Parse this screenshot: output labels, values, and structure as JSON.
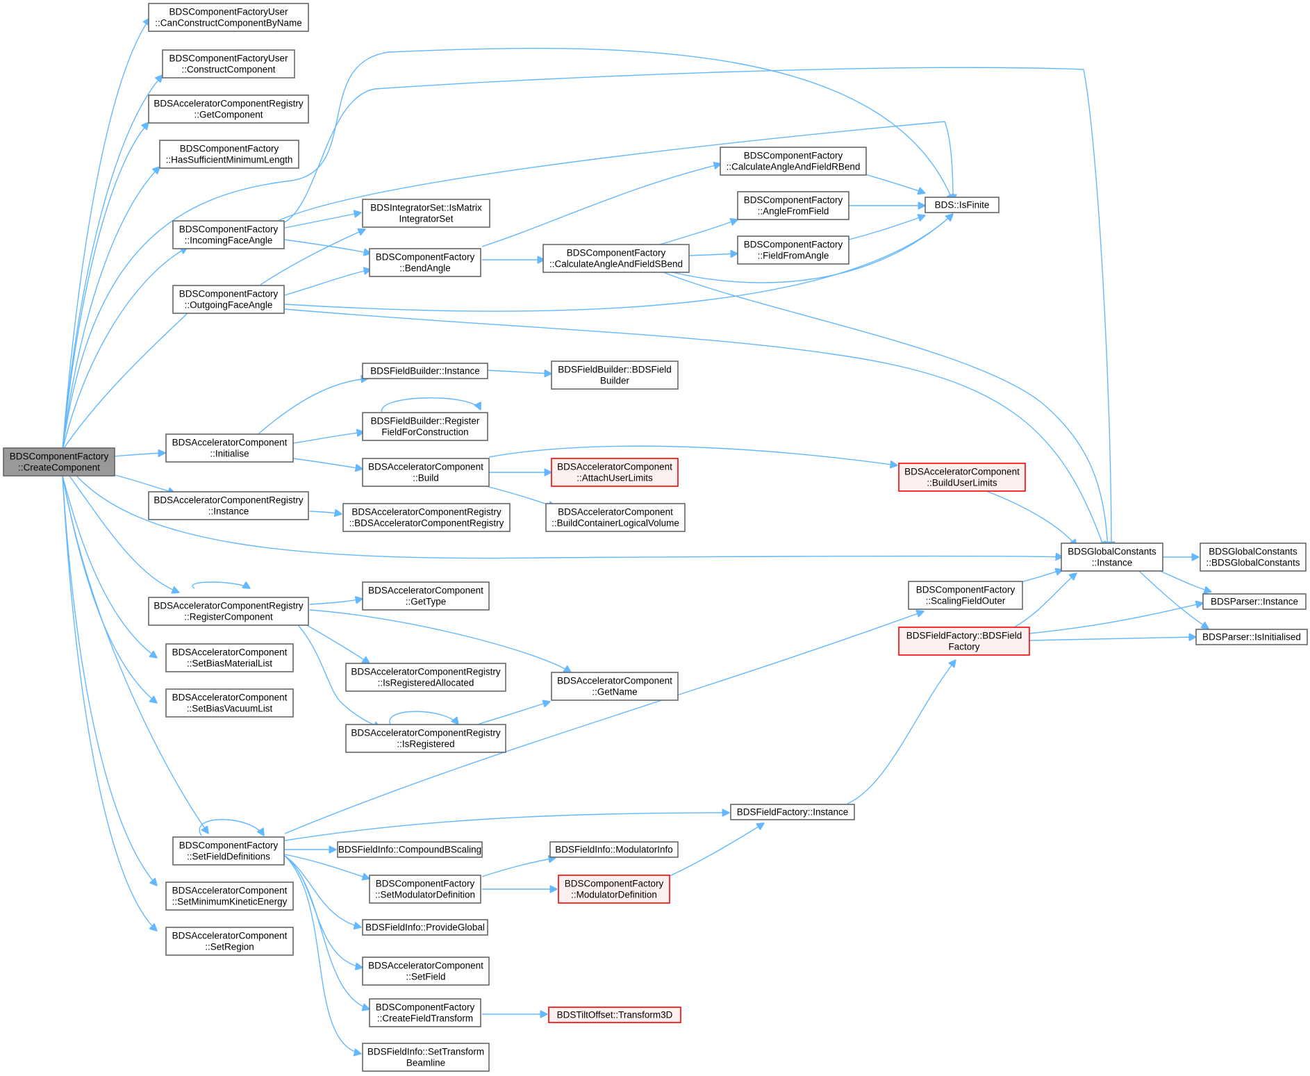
{
  "colors": {
    "edge": "#63b8ff",
    "node_border": "#666666",
    "root_fill": "#999999",
    "red_border": "#ff0000",
    "red_fill": "#fff0f0"
  },
  "nodes": [
    {
      "id": "root",
      "lines": [
        "BDSComponentFactory",
        "::CreateComponent"
      ],
      "style": "root"
    },
    {
      "id": "canConstruct",
      "lines": [
        "BDSComponentFactoryUser",
        "::CanConstructComponentByName"
      ]
    },
    {
      "id": "constructComp",
      "lines": [
        "BDSComponentFactoryUser",
        "::ConstructComponent"
      ]
    },
    {
      "id": "regGetComp",
      "lines": [
        "BDSAcceleratorComponentRegistry",
        "::GetComponent"
      ]
    },
    {
      "id": "hasSufficient",
      "lines": [
        "BDSComponentFactory",
        "::HasSufficientMinimumLength"
      ]
    },
    {
      "id": "incomingFace",
      "lines": [
        "BDSComponentFactory",
        "::IncomingFaceAngle"
      ]
    },
    {
      "id": "outgoingFace",
      "lines": [
        "BDSComponentFactory",
        "::OutgoingFaceAngle"
      ]
    },
    {
      "id": "accInitialise",
      "lines": [
        "BDSAcceleratorComponent",
        "::Initialise"
      ]
    },
    {
      "id": "regInstance",
      "lines": [
        "BDSAcceleratorComponentRegistry",
        "::Instance"
      ]
    },
    {
      "id": "regRegister",
      "lines": [
        "BDSAcceleratorComponentRegistry",
        "::RegisterComponent"
      ]
    },
    {
      "id": "setBiasMat",
      "lines": [
        "BDSAcceleratorComponent",
        "::SetBiasMaterialList"
      ]
    },
    {
      "id": "setBiasVac",
      "lines": [
        "BDSAcceleratorComponent",
        "::SetBiasVacuumList"
      ]
    },
    {
      "id": "setFieldDefs",
      "lines": [
        "BDSComponentFactory",
        "::SetFieldDefinitions"
      ]
    },
    {
      "id": "setMinKE",
      "lines": [
        "BDSAcceleratorComponent",
        "::SetMinimumKineticEnergy"
      ]
    },
    {
      "id": "setRegion",
      "lines": [
        "BDSAcceleratorComponent",
        "::SetRegion"
      ]
    },
    {
      "id": "isMatrix",
      "lines": [
        "BDSIntegratorSet::IsMatrix",
        "IntegratorSet"
      ]
    },
    {
      "id": "bendAngle",
      "lines": [
        "BDSComponentFactory",
        "::BendAngle"
      ]
    },
    {
      "id": "fbInstance",
      "lines": [
        "BDSFieldBuilder::Instance"
      ]
    },
    {
      "id": "fbRegister",
      "lines": [
        "BDSFieldBuilder::Register",
        "FieldForConstruction"
      ]
    },
    {
      "id": "accBuild",
      "lines": [
        "BDSAcceleratorComponent",
        "::Build"
      ]
    },
    {
      "id": "regCtor",
      "lines": [
        "BDSAcceleratorComponentRegistry",
        "::BDSAcceleratorComponentRegistry"
      ]
    },
    {
      "id": "accGetType",
      "lines": [
        "BDSAcceleratorComponent",
        "::GetType"
      ]
    },
    {
      "id": "regIsAlloc",
      "lines": [
        "BDSAcceleratorComponentRegistry",
        "::IsRegisteredAllocated"
      ]
    },
    {
      "id": "regIsReg",
      "lines": [
        "BDSAcceleratorComponentRegistry",
        "::IsRegistered"
      ]
    },
    {
      "id": "fiCompound",
      "lines": [
        "BDSFieldInfo::CompoundBScaling"
      ]
    },
    {
      "id": "cfSetMod",
      "lines": [
        "BDSComponentFactory",
        "::SetModulatorDefinition"
      ]
    },
    {
      "id": "fiProvide",
      "lines": [
        "BDSFieldInfo::ProvideGlobal"
      ]
    },
    {
      "id": "accSetField",
      "lines": [
        "BDSAcceleratorComponent",
        "::SetField"
      ]
    },
    {
      "id": "cfCreateFT",
      "lines": [
        "BDSComponentFactory",
        "::CreateFieldTransform"
      ]
    },
    {
      "id": "fiSetTrans",
      "lines": [
        "BDSFieldInfo::SetTransform",
        "Beamline"
      ]
    },
    {
      "id": "calcRBend",
      "lines": [
        "BDSComponentFactory",
        "::CalculateAngleAndFieldRBend"
      ]
    },
    {
      "id": "angleFromField",
      "lines": [
        "BDSComponentFactory",
        "::AngleFromField"
      ]
    },
    {
      "id": "calcSBend",
      "lines": [
        "BDSComponentFactory",
        "::CalculateAngleAndFieldSBend"
      ]
    },
    {
      "id": "fieldFromAngle",
      "lines": [
        "BDSComponentFactory",
        "::FieldFromAngle"
      ]
    },
    {
      "id": "fbCtor",
      "lines": [
        "BDSFieldBuilder::BDSField",
        "Builder"
      ]
    },
    {
      "id": "attachUL",
      "lines": [
        "BDSAcceleratorComponent",
        "::AttachUserLimits"
      ],
      "style": "red"
    },
    {
      "id": "buildCLV",
      "lines": [
        "BDSAcceleratorComponent",
        "::BuildContainerLogicalVolume"
      ]
    },
    {
      "id": "accGetName",
      "lines": [
        "BDSAcceleratorComponent",
        "::GetName"
      ]
    },
    {
      "id": "fiModInfo",
      "lines": [
        "BDSFieldInfo::ModulatorInfo"
      ]
    },
    {
      "id": "cfModDef",
      "lines": [
        "BDSComponentFactory",
        "::ModulatorDefinition"
      ],
      "style": "red"
    },
    {
      "id": "tiltTrans",
      "lines": [
        "BDSTiltOffset::Transform3D"
      ],
      "style": "red"
    },
    {
      "id": "ffInstance",
      "lines": [
        "BDSFieldFactory::Instance"
      ]
    },
    {
      "id": "isFinite",
      "lines": [
        "BDS::IsFinite"
      ]
    },
    {
      "id": "buildUL",
      "lines": [
        "BDSAcceleratorComponent",
        "::BuildUserLimits"
      ],
      "style": "red"
    },
    {
      "id": "gcInstance",
      "lines": [
        "BDSGlobalConstants",
        "::Instance"
      ]
    },
    {
      "id": "scalingFO",
      "lines": [
        "BDSComponentFactory",
        "::ScalingFieldOuter"
      ]
    },
    {
      "id": "ffCtor",
      "lines": [
        "BDSFieldFactory::BDSField",
        "Factory"
      ],
      "style": "red"
    },
    {
      "id": "gcCtor",
      "lines": [
        "BDSGlobalConstants",
        "::BDSGlobalConstants"
      ]
    },
    {
      "id": "parserInstance",
      "lines": [
        "BDSParser::Instance"
      ]
    },
    {
      "id": "parserIsInit",
      "lines": [
        "BDSParser::IsInitialised"
      ]
    }
  ]
}
